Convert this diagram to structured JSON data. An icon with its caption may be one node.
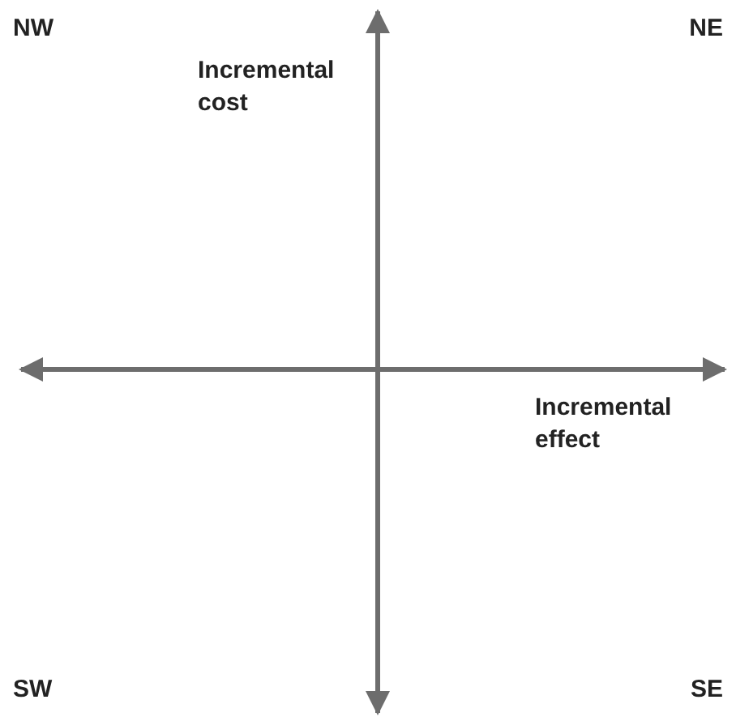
{
  "diagram": {
    "labels": [
      "NW",
      "NE",
      "Incremental cost",
      "Incremental effect",
      "SW",
      "SE"
    ]
  }
}
